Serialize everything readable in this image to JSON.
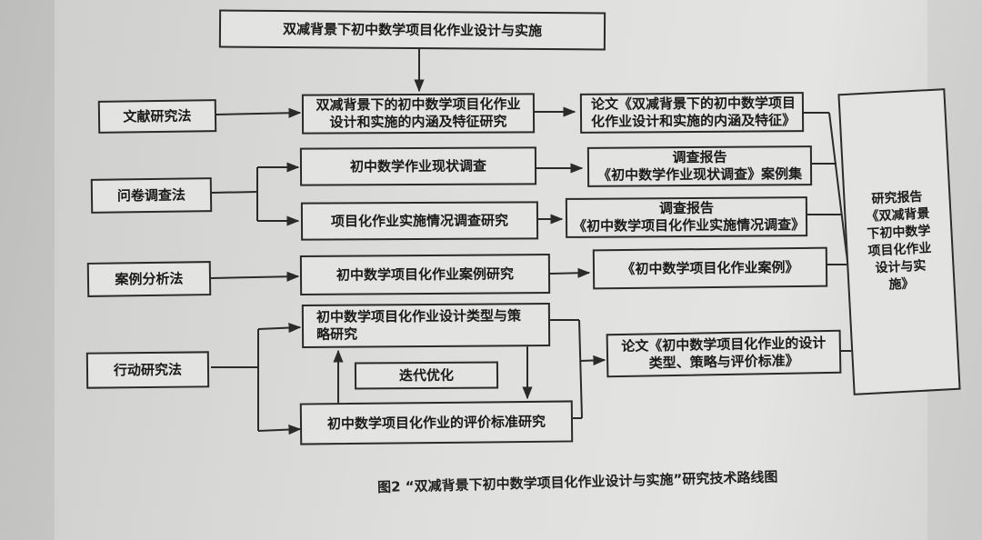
{
  "diagram": {
    "title_box": "双减背景下初中数学项目化作业设计与实施",
    "methods": [
      {
        "id": "literature",
        "label": "文献研究法"
      },
      {
        "id": "questionnaire",
        "label": "问卷调查法"
      },
      {
        "id": "case",
        "label": "案例分析法"
      },
      {
        "id": "action",
        "label": "行动研究法"
      }
    ],
    "studies": [
      {
        "id": "connotation",
        "label": "双减背景下的初中数学项目化作业设计和实施的内涵及特征研究"
      },
      {
        "id": "status",
        "label": "初中数学作业现状调查"
      },
      {
        "id": "implementation",
        "label": "项目化作业实施情况调查研究"
      },
      {
        "id": "case_study",
        "label": "初中数学项目化作业案例研究"
      },
      {
        "id": "design_type",
        "label": "初中数学项目化作业设计类型与策略研究"
      },
      {
        "id": "iteration",
        "label": "迭代优化"
      },
      {
        "id": "evaluation",
        "label": "初中数学项目化作业的评价标准研究"
      }
    ],
    "outputs": [
      {
        "id": "paper1",
        "label": "论文《双减背景下的初中数学项目化作业设计和实施的内涵及特征》"
      },
      {
        "id": "report1",
        "line1": "调查报告",
        "line2": "《初中数学作业现状调查》案例集"
      },
      {
        "id": "report2",
        "line1": "调查报告",
        "line2": "《初中数学项目化作业实施情况调查》"
      },
      {
        "id": "cases",
        "label": "《初中数学项目化作业案例》"
      },
      {
        "id": "paper2",
        "label": "论文《初中数学项目化作业的设计类型、策略与评价标准》"
      }
    ],
    "final_report": "研究报告《双减背景下初中数学项目化作业设计与实施》",
    "caption": "图2 “双减背景下初中数学项目化作业设计与实施”研究技术路线图"
  },
  "colors": {
    "line": "#2a2a2a",
    "box_fill": "#e3e3e1",
    "text": "#1b1b1b"
  }
}
